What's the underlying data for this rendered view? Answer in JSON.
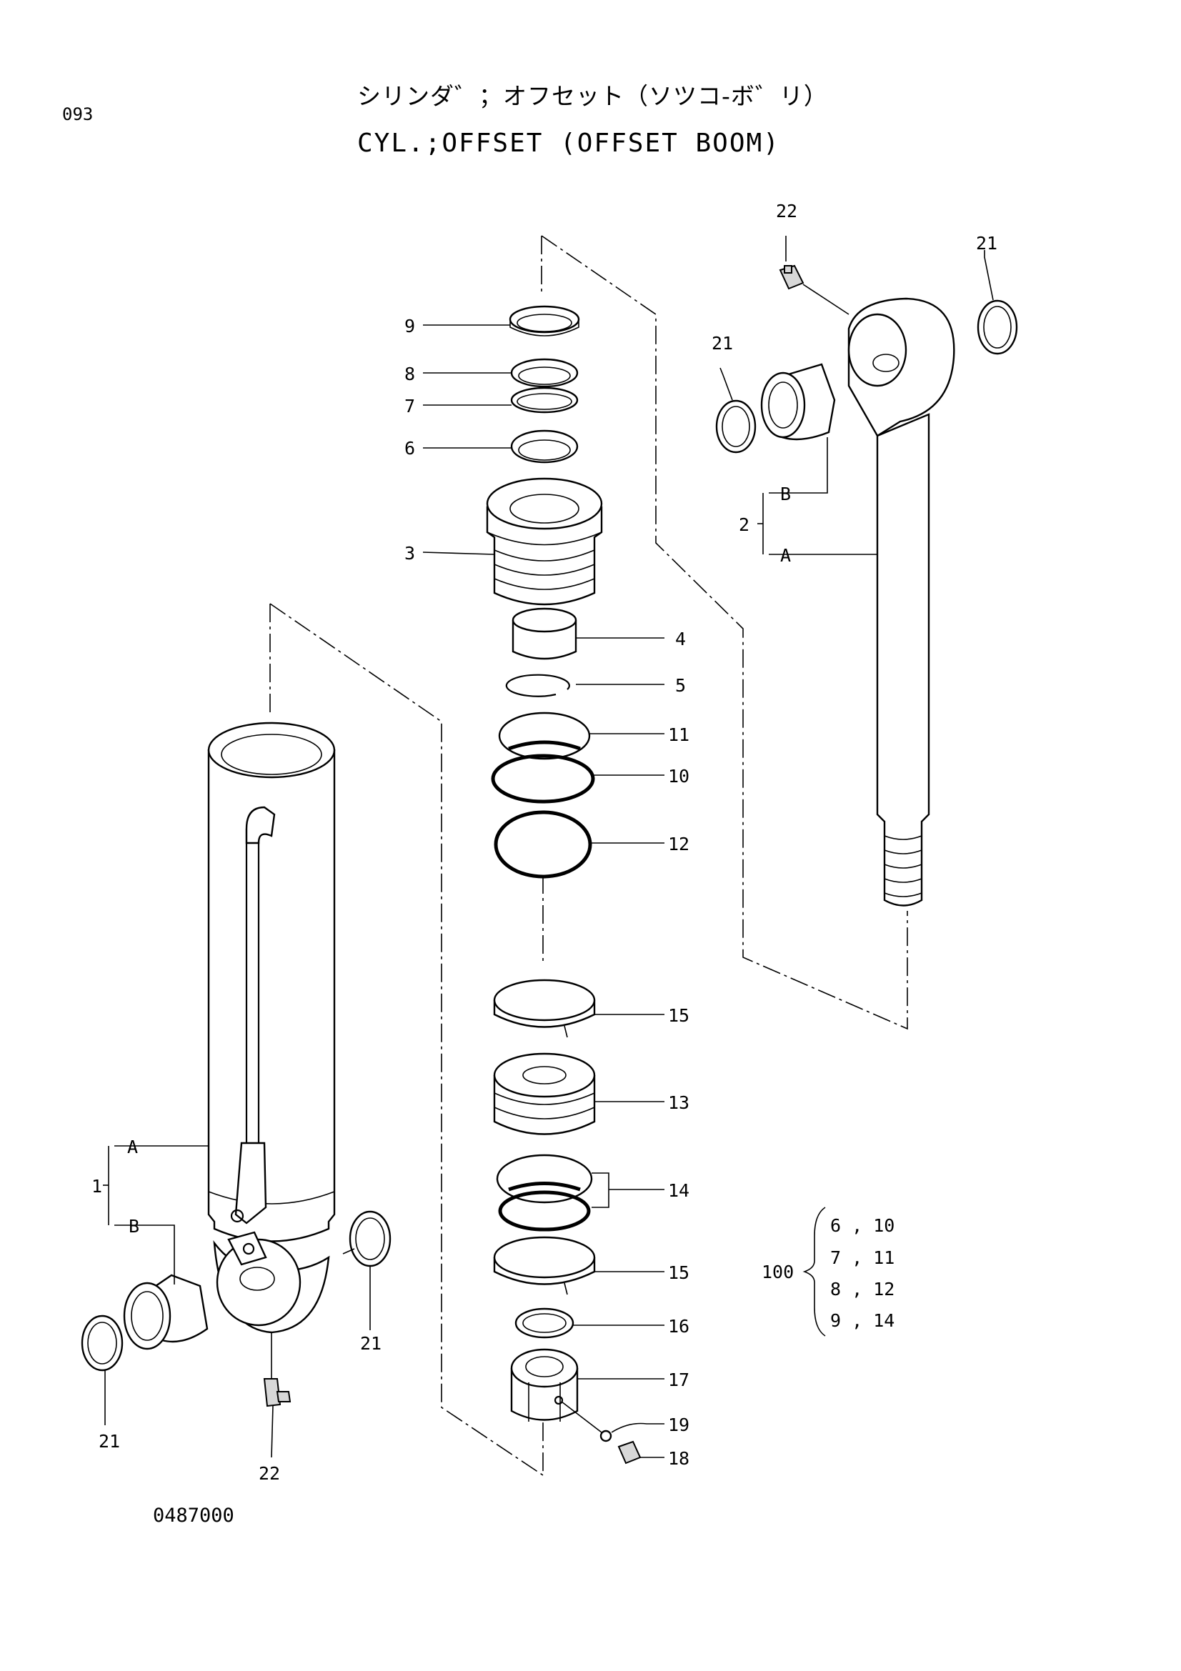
{
  "header": {
    "page_number": "093",
    "title_jp": "シリンダ゛；オフセット（ソツコ-ボ゛リ）",
    "title_en": "CYL.;OFFSET (OFFSET BOOM)"
  },
  "footer": {
    "drawing_number": "0487000"
  },
  "callouts": {
    "p9": "9",
    "p8": "8",
    "p7": "7",
    "p6": "6",
    "p3": "3",
    "p4": "4",
    "p5": "5",
    "p11": "11",
    "p10": "10",
    "p12": "12",
    "p15a": "15",
    "p13": "13",
    "p14": "14",
    "p15b": "15",
    "p16": "16",
    "p17": "17",
    "p19": "19",
    "p18": "18",
    "p22_top": "22",
    "p21_top_right": "21",
    "p21_top_left": "21",
    "p2": "2",
    "p2_b": "B",
    "p2_a": "A",
    "p1": "1",
    "p1_a": "A",
    "p1_b": "B",
    "p21_bottom_right": "21",
    "p21_bottom_left": "21",
    "p22_bottom": "22"
  },
  "kit": {
    "number": "100",
    "items": [
      "6 , 10",
      "7 , 11",
      "8 , 12",
      "9 , 14"
    ]
  }
}
